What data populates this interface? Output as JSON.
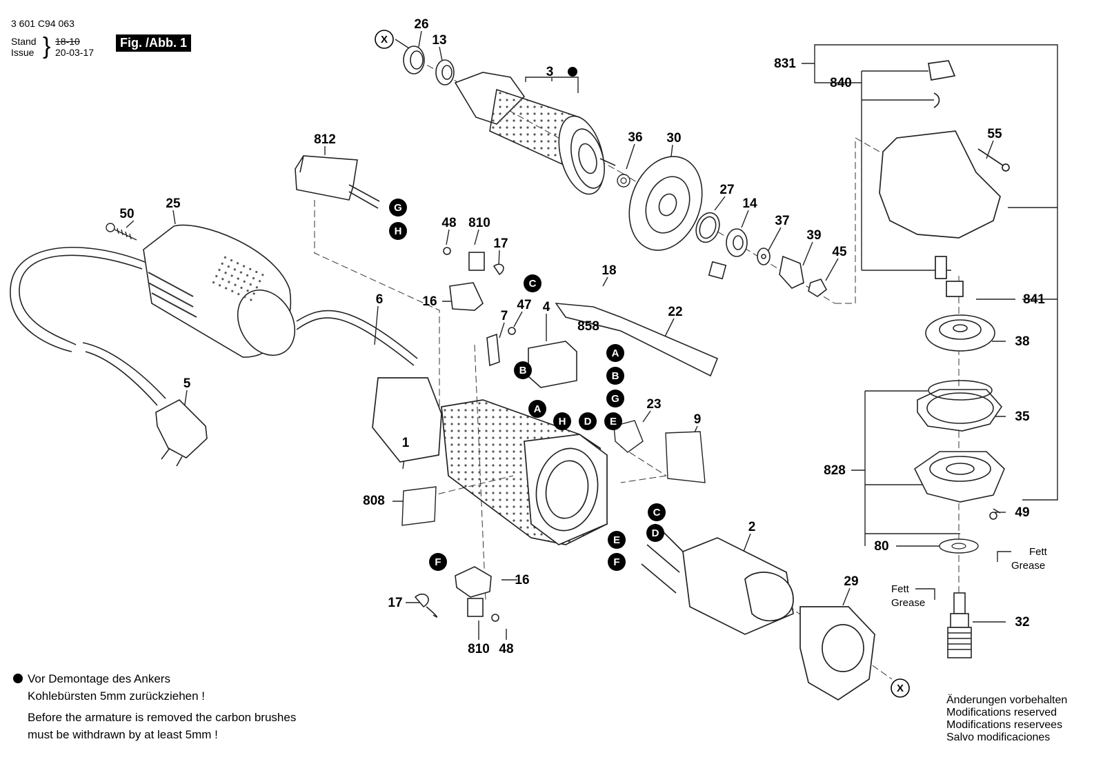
{
  "header": {
    "part_number": "3 601 C94 063",
    "stand_label": "Stand",
    "stand_value": "18-10",
    "issue_label": "Issue",
    "issue_value": "20-03-17",
    "figure_label": "Fig. /Abb. 1"
  },
  "callouts": [
    "26",
    "13",
    "3",
    "36",
    "30",
    "27",
    "14",
    "37",
    "39",
    "45",
    "812",
    "50",
    "25",
    "48",
    "810",
    "17",
    "16",
    "6",
    "47",
    "7",
    "4",
    "858",
    "18",
    "22",
    "5",
    "1",
    "808",
    "23",
    "9",
    "2",
    "29",
    "17",
    "48",
    "810",
    "16",
    "831",
    "840",
    "55",
    "841",
    "38",
    "35",
    "828",
    "49",
    "80",
    "32"
  ],
  "connector_labels": [
    "X",
    "G",
    "H",
    "C",
    "A",
    "B",
    "B",
    "G",
    "A",
    "H",
    "D",
    "E",
    "C",
    "D",
    "E",
    "F",
    "F",
    "X"
  ],
  "grease_notes": [
    {
      "line1": "Fett",
      "line2": "Grease"
    },
    {
      "line1": "Fett",
      "line2": "Grease"
    }
  ],
  "footnote": {
    "de_line1": "Vor Demontage des Ankers",
    "de_line2": "Kohlebürsten 5mm zurückziehen !",
    "en_line1": "Before the armature is removed the carbon brushes",
    "en_line2": "must be withdrawn by at least 5mm !"
  },
  "modifications": [
    "Änderungen vorbehalten",
    "Modifications reserved",
    "Modifications reservees",
    "Salvo modificaciones"
  ]
}
